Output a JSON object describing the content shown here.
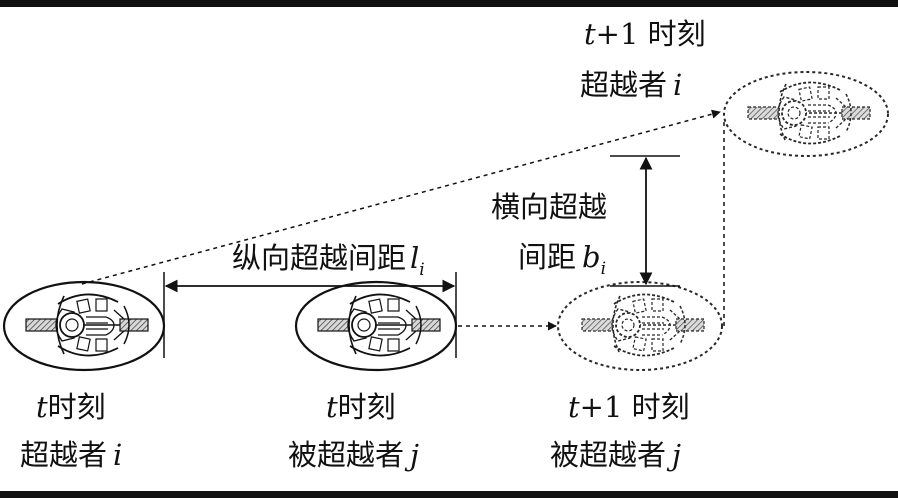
{
  "labels": {
    "overtaker_t_line1_var": "t",
    "overtaker_t_line1_text": "时刻",
    "overtaker_t_line2_text": "超越者",
    "overtaker_t_line2_var": "i",
    "overtaken_t_line1_var": "t",
    "overtaken_t_line1_text": "时刻",
    "overtaken_t_line2_text": "被超越者",
    "overtaken_t_line2_var": "j",
    "overtaken_t1_line1_var": "t",
    "overtaken_t1_line1_text": "+1 时刻",
    "overtaken_t1_line2_text": "被超越者",
    "overtaken_t1_line2_var": "j",
    "overtaker_t1_line1_var": "t",
    "overtaker_t1_line1_text": "+1 时刻",
    "overtaker_t1_line2_text": "超越者",
    "overtaker_t1_line2_var": "i"
  },
  "dimensions": {
    "longitudinal_text": "纵向超越间距",
    "longitudinal_var": "l",
    "longitudinal_sub": "i",
    "lateral_line1": "横向超越",
    "lateral_line2_text": "间距",
    "lateral_var": "b",
    "lateral_sub": "i"
  }
}
